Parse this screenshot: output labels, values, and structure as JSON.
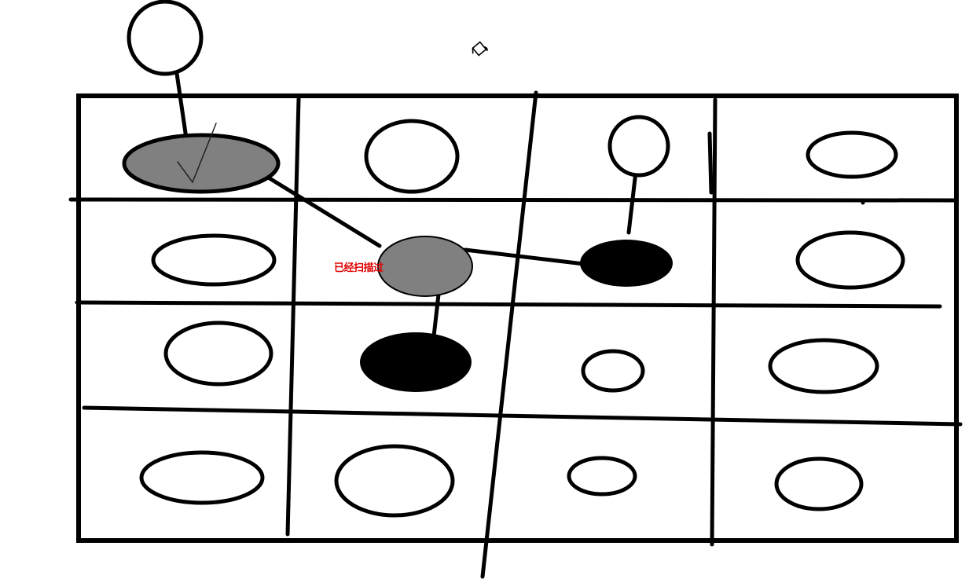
{
  "diagram": {
    "annotation_text": "已经扫描过",
    "colors": {
      "stroke": "#000000",
      "visited_fill": "#808080",
      "current_fill": "#000000",
      "empty_fill": "#ffffff",
      "annotation": "#e00000"
    },
    "grid": {
      "rows": 4,
      "columns": 4
    },
    "node_states": [
      "visited",
      "visited",
      "current",
      "current"
    ],
    "icon": "paint-bucket-icon"
  }
}
